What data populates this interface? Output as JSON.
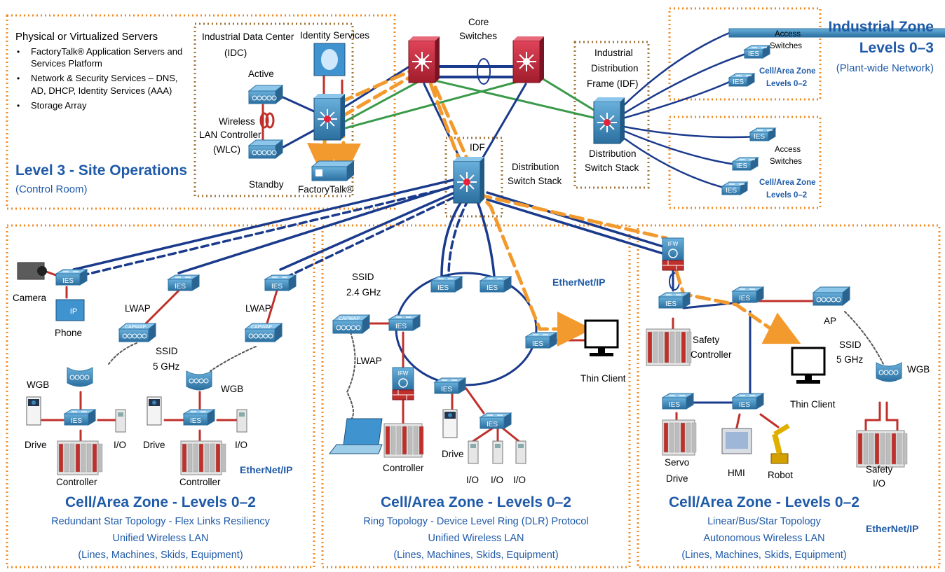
{
  "colors": {
    "zone_border": "#f08a24",
    "idc_border": "#a0753a",
    "title_blue": "#1f5aa8",
    "link_blue": "#1a3a8c",
    "link_green": "#3a9a4a",
    "link_red": "#c0302b",
    "path_orange": "#f39a2e",
    "switch_blue": "#3b84b8",
    "core_red": "#c8243a"
  },
  "servers": {
    "title": "Physical or Virtualized Servers",
    "bullets": [
      "FactoryTalk® Application Servers and",
      "Services Platform",
      "Network & Security Services – DNS,",
      "AD, DHCP, Identity Services (AAA)",
      "Storage Array"
    ]
  },
  "level3": {
    "title": "Level 3 - Site Operations",
    "subtitle": "(Control Room)"
  },
  "idc": {
    "title_line1": "Industrial Data Center",
    "title_line2": "(IDC)",
    "identity_services": "Identity Services",
    "active": "Active",
    "wlc_line1": "Wireless",
    "wlc_line2": "LAN Controller",
    "wlc_line3": "(WLC)",
    "standby": "Standby",
    "factorytalk": "FactoryTalk®"
  },
  "core": {
    "label_line1": "Core",
    "label_line2": "Switches"
  },
  "idf_center": {
    "label": "IDF",
    "dist_line1": "Distribution",
    "dist_line2": "Switch Stack"
  },
  "idf_right": {
    "line1": "Industrial",
    "line2": "Distribution",
    "line3": "Frame (IDF)",
    "dist_line1": "Distribution",
    "dist_line2": "Switch Stack"
  },
  "industrial_zone": {
    "title_line1": "Industrial Zone",
    "title_line2": "Levels 0–3",
    "subtitle": "(Plant-wide Network)"
  },
  "access_boxes": {
    "access_line1": "Access",
    "access_line2": "Switches",
    "zone_line1": "Cell/Area Zone",
    "zone_line2": "Levels 0–2"
  },
  "device_labels": {
    "ies": "IES",
    "ifw": "IFW",
    "capwap": "CAPWAP",
    "ip": "IP"
  },
  "left_zone": {
    "camera": "Camera",
    "phone": "Phone",
    "lwap1": "LWAP",
    "lwap2": "LWAP",
    "ssid_line1": "SSID",
    "ssid_line2": "5 GHz",
    "wgb1": "WGB",
    "wgb2": "WGB",
    "drive1": "Drive",
    "drive2": "Drive",
    "io1": "I/O",
    "io2": "I/O",
    "controller1": "Controller",
    "controller2": "Controller",
    "ethernet_ip": "EtherNet/IP",
    "title": "Cell/Area Zone - Levels 0–2",
    "desc1": "Redundant Star Topology - Flex Links Resiliency",
    "desc2": "Unified Wireless LAN",
    "desc3": "(Lines, Machines, Skids, Equipment)"
  },
  "middle_zone": {
    "ssid_line1": "SSID",
    "ssid_line2": "2.4 GHz",
    "lwap": "LWAP",
    "controller": "Controller",
    "drive": "Drive",
    "io1": "I/O",
    "io2": "I/O",
    "io3": "I/O",
    "thin_client": "Thin Client",
    "ethernet_ip": "EtherNet/IP",
    "title": "Cell/Area Zone - Levels 0–2",
    "desc1": "Ring Topology - Device Level Ring (DLR) Protocol",
    "desc2": "Unified Wireless LAN",
    "desc3": "(Lines, Machines, Skids, Equipment)"
  },
  "right_zone": {
    "safety_line1": "Safety",
    "safety_line2": "Controller",
    "ap": "AP",
    "ssid_line1": "SSID",
    "ssid_line2": "5 GHz",
    "wgb": "WGB",
    "thin_client": "Thin Client",
    "servo_line1": "Servo",
    "servo_line2": "Drive",
    "hmi": "HMI",
    "robot": "Robot",
    "safety_io_line1": "Safety",
    "safety_io_line2": "I/O",
    "ethernet_ip": "EtherNet/IP",
    "title": "Cell/Area Zone - Levels 0–2",
    "desc1": "Linear/Bus/Star Topology",
    "desc2": "Autonomous Wireless LAN",
    "desc3": "(Lines, Machines, Skids, Equipment)"
  }
}
